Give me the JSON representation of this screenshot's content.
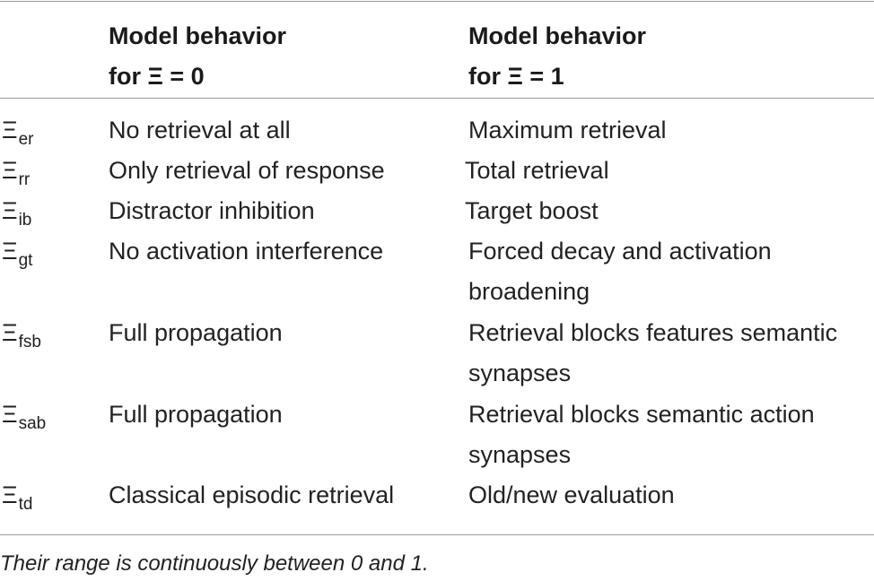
{
  "table": {
    "headers": {
      "col0": "",
      "col1_line1": "Model behavior",
      "col1_line2": "for Ξ = 0",
      "col2_line1": "Model behavior",
      "col2_line2": "for Ξ = 1"
    },
    "rows": [
      {
        "symbol": "Ξ",
        "sub": "er",
        "zero": "No retrieval at all",
        "one": "Maximum retrieval"
      },
      {
        "symbol": "Ξ",
        "sub": "rr",
        "zero": "Only retrieval of response",
        "one": "Total retrieval"
      },
      {
        "symbol": "Ξ",
        "sub": "ib",
        "zero": "Distractor inhibition",
        "one": "Target boost"
      },
      {
        "symbol": "Ξ",
        "sub": "gt",
        "zero": "No activation interference",
        "one": "Forced decay and activation broadening"
      },
      {
        "symbol": "Ξ",
        "sub": "fsb",
        "zero": "Full propagation",
        "one": "Retrieval blocks features semantic synapses"
      },
      {
        "symbol": "Ξ",
        "sub": "sab",
        "zero": "Full propagation",
        "one": "Retrieval blocks semantic action synapses"
      },
      {
        "symbol": "Ξ",
        "sub": "td",
        "zero": "Classical episodic retrieval",
        "one": "Old/new evaluation"
      }
    ]
  },
  "footnote": "Their range is continuously between 0 and 1."
}
